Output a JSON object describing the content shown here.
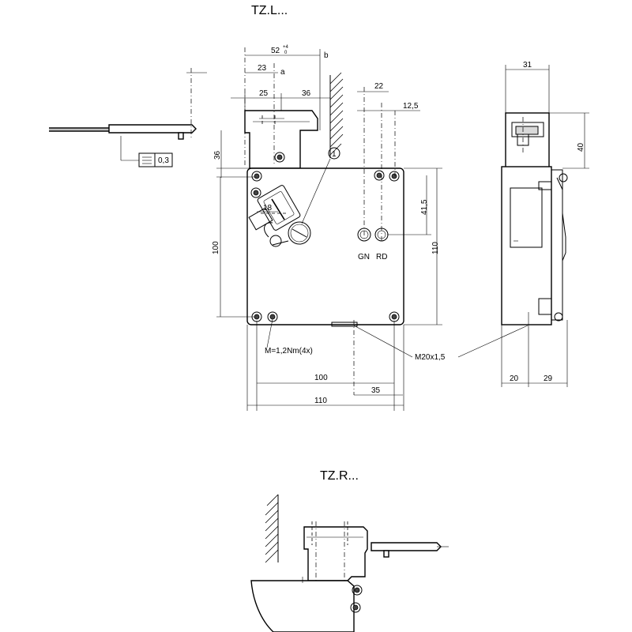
{
  "titles": {
    "top": "TZ.L...",
    "bottom": "TZ.R..."
  },
  "dims": {
    "d52": "52",
    "d52_tol_upper": "+4",
    "d52_tol_lower": "0",
    "b": "b",
    "d23": "23",
    "a": "a",
    "d25": "25",
    "d36_top": "36",
    "d36_side": "36",
    "d22": "22",
    "d12_5": "12,5",
    "d31": "31",
    "d40": "40",
    "d41_5": "41,5",
    "d100_left": "100",
    "d110_right": "110",
    "d18": "18",
    "d100_bottom": "100",
    "d35": "35",
    "d110_bottom": "110",
    "d20": "20",
    "d29": "29",
    "flatness": "0,3"
  },
  "labels": {
    "gn": "GN",
    "rd": "RD",
    "torque": "M=1,2Nm(4x)",
    "thread": "M20x1,5",
    "callout": "1"
  }
}
